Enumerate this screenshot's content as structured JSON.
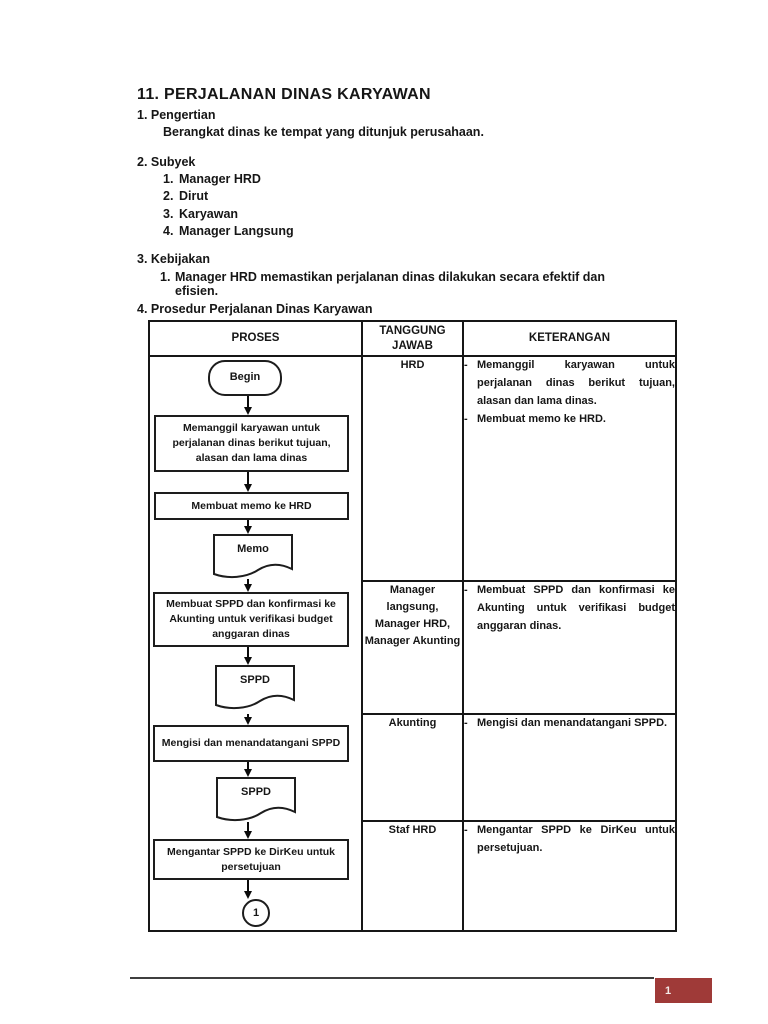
{
  "page": {
    "title": "11. PERJALANAN DINAS KARYAWAN",
    "footer_page_number": "1"
  },
  "sections": {
    "pengertian": {
      "heading": "1. Pengertian",
      "body": "Berangkat dinas ke tempat yang ditunjuk perusahaan."
    },
    "subyek": {
      "heading": "2. Subyek",
      "items": [
        {
          "num": "1.",
          "label": "Manager HRD"
        },
        {
          "num": "2.",
          "label": "Dirut"
        },
        {
          "num": "3.",
          "label": "Karyawan"
        },
        {
          "num": "4.",
          "label": "Manager Langsung"
        }
      ]
    },
    "kebijakan": {
      "heading": "3. Kebijakan",
      "items": [
        {
          "num": "1.",
          "text": "Manager HRD memastikan perjalanan dinas dilakukan secara efektif dan efisien."
        }
      ]
    },
    "prosedur": {
      "heading": "4. Prosedur Perjalanan Dinas Karyawan"
    }
  },
  "table": {
    "bullet": "-",
    "headers": [
      "PROSES",
      "TANGGUNG JAWAB",
      "KETERANGAN"
    ],
    "rows": [
      {
        "responsible": "HRD",
        "notes": [
          "Memanggil karyawan untuk perjalanan dinas berikut tujuan, alasan dan lama dinas.",
          "Membuat memo ke HRD."
        ]
      },
      {
        "responsible": "Manager langsung, Manager HRD, Manager Akunting",
        "notes": [
          "Membuat SPPD dan konfirmasi ke Akunting untuk verifikasi budget anggaran dinas."
        ]
      },
      {
        "responsible": "Akunting",
        "notes": [
          "Mengisi dan menandatangani SPPD."
        ]
      },
      {
        "responsible": "Staf HRD",
        "notes": [
          "Mengantar SPPD ke DirKeu untuk persetujuan."
        ]
      }
    ]
  },
  "flowchart": {
    "begin": "Begin",
    "step1": "Memanggil karyawan untuk perjalanan dinas berikut tujuan, alasan dan lama dinas",
    "step2": "Membuat memo ke HRD",
    "doc_memo": "Memo",
    "step3": "Membuat SPPD dan konfirmasi ke Akunting untuk verifikasi budget anggaran dinas",
    "doc_sppd1": "SPPD",
    "step4": "Mengisi dan menandatangani SPPD",
    "doc_sppd2": "SPPD",
    "step5": "Mengantar SPPD ke DirKeu untuk persetujuan",
    "connector1": "1"
  },
  "colors": {
    "accent_red": "#9f3a38",
    "footer_line": "#3f3f3f",
    "border": "#161616"
  }
}
